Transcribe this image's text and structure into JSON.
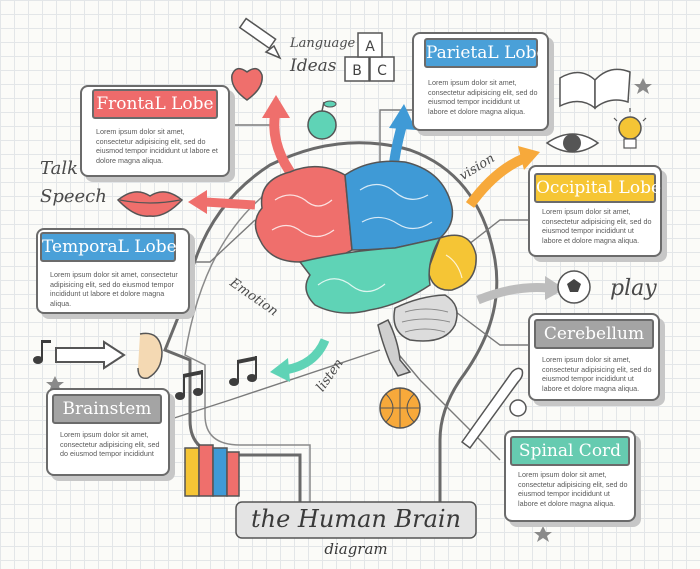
{
  "title": {
    "main": "the Human Brain",
    "sub": "diagram"
  },
  "lorem": "Lorem ipsum dolor sit amet, consectetur adipisicing elit, sed do eiusmod tempor incididunt ut labore et dolore magna aliqua.",
  "lorem_short": "Lorem ipsum dolor sit amet, consectetur adipisicing elit, sed do eiusmod tempor incididunt",
  "sections": {
    "frontal": {
      "label": "FrontaL Lobe",
      "color": "#ee6b6b"
    },
    "parietal": {
      "label": "ParietaL Lobe",
      "color": "#4aa0d8"
    },
    "occipital": {
      "label": "Occipital Lobe",
      "color": "#f6c634"
    },
    "temporal": {
      "label": "TemporaL Lobe",
      "color": "#4aa0d8"
    },
    "cerebellum": {
      "label": "Cerebellum",
      "color": "#a4a4a4"
    },
    "brainstem": {
      "label": "Brainstem",
      "color": "#a4a4a4"
    },
    "spinal": {
      "label": "Spinal Cord",
      "color": "#66cbb0"
    }
  },
  "doodles": {
    "language": "Language",
    "ideas": "Ideas",
    "talk": "Talk",
    "speech": "Speech",
    "vision": "vision",
    "emotion": "Emotion",
    "listen": "listen",
    "play": "play",
    "blocks": [
      "A",
      "B",
      "C"
    ]
  },
  "colors": {
    "frontal": "#ef6f6c",
    "parietal": "#3f9ad6",
    "occipital": "#f5c535",
    "temporal": "#5fd3b6",
    "cerebellum": "#d9d9d9",
    "outline": "#555555",
    "arrow_red": "#ef6f6c",
    "arrow_blue": "#3f9ad6",
    "arrow_orange": "#f7a93b",
    "arrow_teal": "#5fd3b6"
  }
}
